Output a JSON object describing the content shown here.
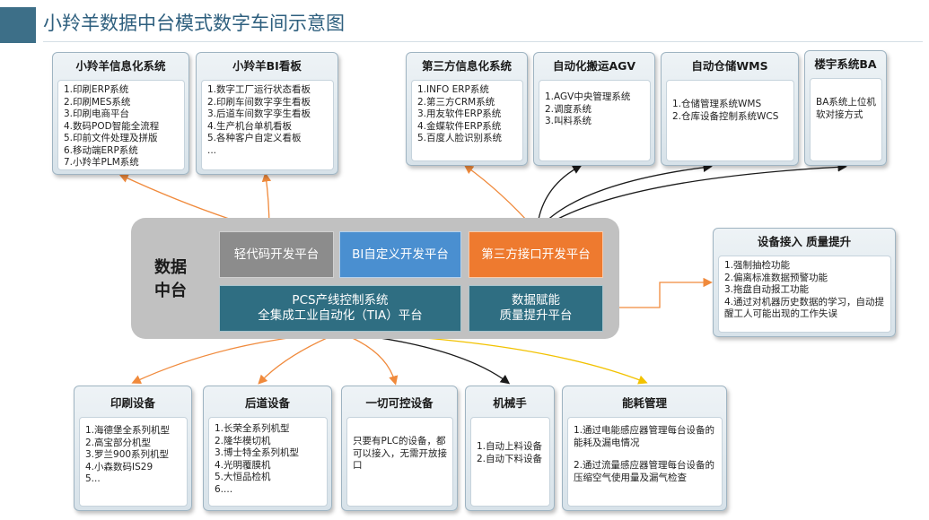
{
  "title": "小羚羊数据中台模式数字车间示意图",
  "hub": {
    "label_line1": "数据",
    "label_line2": "中台",
    "platforms": {
      "low_code": "轻代码开发平台",
      "bi_custom": "BI自定义开发平台",
      "third_party_api": "第三方接口开发平台",
      "pcs_line1": "PCS产线控制系统",
      "pcs_line2": "全集成工业自动化（TIA）平台",
      "quality_line1": "数据赋能",
      "quality_line2": "质量提升平台"
    }
  },
  "top_panels": [
    {
      "title": "小羚羊信息化系统",
      "items": [
        "1.印刷ERP系统",
        "2.印刷MES系统",
        "3.印刷电商平台",
        "4.数码POD智能全流程",
        "5.印前文件处理及拼版",
        "6.移动端ERP系统",
        "7.小羚羊PLM系统"
      ]
    },
    {
      "title": "小羚羊BI看板",
      "items": [
        "1.数字工厂运行状态看板",
        "2.印刷车间数字孪生看板",
        "3.后道车间数字孪生看板",
        "4.生产机台单机看板",
        "5.各种客户自定义看板",
        "..."
      ]
    },
    {
      "title": "第三方信息化系统",
      "items": [
        "1.INFO ERP系统",
        "2.第三方CRM系统",
        "3.用友软件ERP系统",
        "4.金蝶软件ERP系统",
        "5.百度人脸识别系统"
      ]
    },
    {
      "title": "自动化搬运AGV",
      "items": [
        "1.AGV中央管理系统",
        "2.调度系统",
        "3.叫料系统"
      ]
    },
    {
      "title": "自动仓储WMS",
      "items": [
        "1.仓储管理系统WMS",
        "2.仓库设备控制系统WCS"
      ]
    },
    {
      "title": "楼宇系统BA",
      "items": [
        "BA系统上位机",
        "软对接方式"
      ]
    }
  ],
  "right_panel": {
    "title": "设备接入  质量提升",
    "items": [
      "1.强制抽检功能",
      "2.偏离标准数据预警功能",
      "3.拖盘自动报工功能",
      "4.通过对机器历史数据的学习，自动提醒工人可能出现的工作失误"
    ]
  },
  "bottom_panels": [
    {
      "title": "印刷设备",
      "items": [
        "1.海德堡全系列机型",
        "2.高宝部分机型",
        "3.罗兰900系列机型",
        "4.小森数码IS29",
        "5..."
      ]
    },
    {
      "title": "后道设备",
      "items": [
        "1.长荣全系列机型",
        "2.隆华模切机",
        "3.博士特全系列机型",
        "4.光明覆膜机",
        "5.大恒品检机",
        "6...."
      ]
    },
    {
      "title": "一切可控设备",
      "items": [
        "只要有PLC的设备，都可以接入，无需开放接口"
      ]
    },
    {
      "title": "机械手",
      "items": [
        "1.自动上料设备",
        "2.自动下料设备"
      ]
    },
    {
      "title": "能耗管理",
      "items": [
        "1.通过电能感应器管理每台设备的能耗及漏电情况",
        "",
        "2.通过流量感应器管理每台设备的压缩空气使用量及漏气检查"
      ]
    }
  ],
  "colors": {
    "title_accent": "#3d6f88",
    "title_text": "#2e5f7e",
    "low_code": "#8c8c8c",
    "bi_custom": "#4a8fd0",
    "third_party_api": "#ee7a2f",
    "pcs": "#2f6e82",
    "quality": "#2f6e82",
    "arrow_orange": "#f08a3c",
    "arrow_black": "#1a1a1a",
    "arrow_yellow": "#f2c200"
  }
}
